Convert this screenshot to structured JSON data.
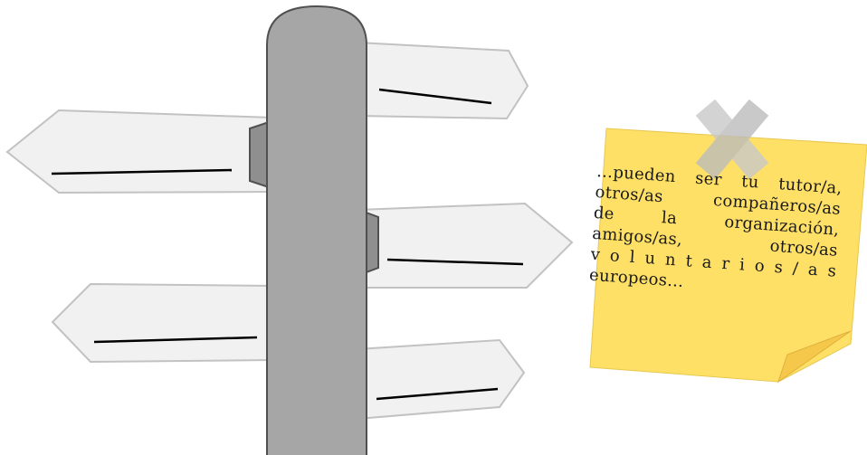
{
  "colors": {
    "sign_fill": "#f1f1f1",
    "sign_stroke": "#c2c2c2",
    "post_fill": "#a6a6a6",
    "post_stroke": "#505050",
    "bracket_fill": "#8f8f8f",
    "note_fill": "#ffe066",
    "note_curl": "#f5c84c",
    "tape_fill": "#c9c9c9",
    "writing_line": "#000000"
  },
  "icons": {
    "signpost": "signpost-icon",
    "sticky_note": "sticky-note-icon",
    "tape": "tape-x-icon"
  },
  "note": {
    "lines": [
      "…pueden ser tu tutor/a,",
      "otros/as compañeros/as",
      "de la organización,",
      "amigos/as, otros/as",
      "v o l u n t a r i o s / a s",
      "europeos…"
    ]
  }
}
